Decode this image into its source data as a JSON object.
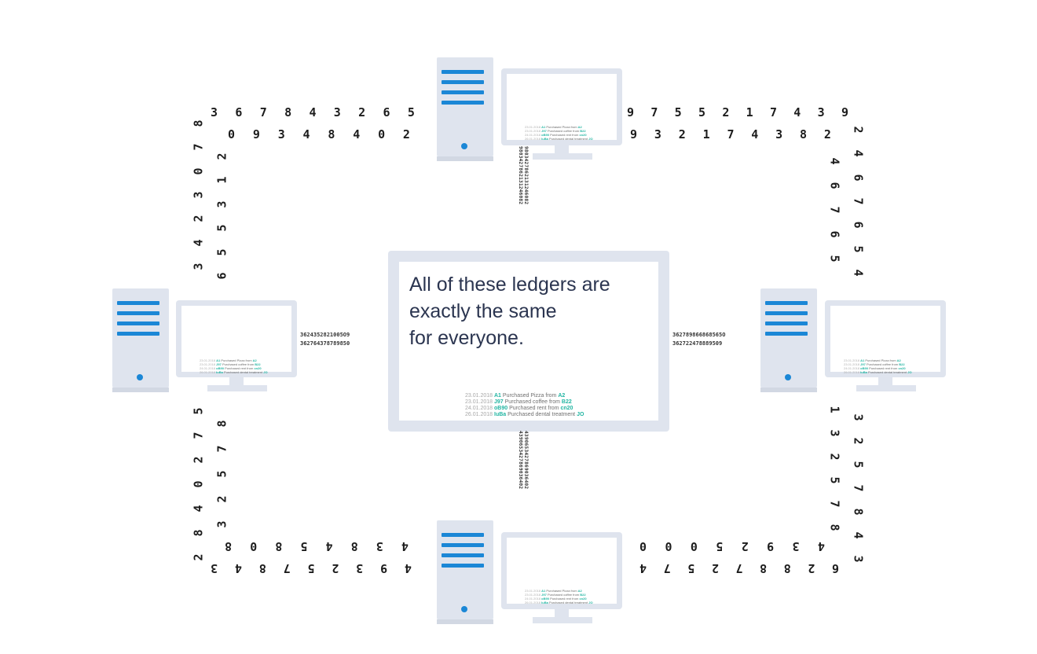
{
  "center": {
    "lines": [
      "All of these ledgers are",
      "exactly the same",
      "for everyone."
    ],
    "ledger": [
      {
        "date": "23.01.2018",
        "id": "A1",
        "desc": "Purchased Pizza from",
        "to": "A2"
      },
      {
        "date": "23.01.2018",
        "id": "J97",
        "desc": "Purchased coffee from",
        "to": "B22"
      },
      {
        "date": "24.01.2018",
        "id": "oB90",
        "desc": "Purchased rent from",
        "to": "cn20"
      },
      {
        "date": "26.01.2018",
        "id": "IuBa",
        "desc": "Purchased dental treatment",
        "to": "JO"
      }
    ]
  },
  "rows": {
    "tl_outer": [
      "3",
      "6",
      "7",
      "8",
      "4",
      "3",
      "2",
      "6",
      "5"
    ],
    "tl_inner": [
      "0",
      "9",
      "3",
      "4",
      "8",
      "4",
      "0",
      "2"
    ],
    "tr_outer": [
      "9",
      "7",
      "5",
      "5",
      "2",
      "1",
      "7",
      "4",
      "3",
      "9"
    ],
    "tr_inner": [
      "9",
      "3",
      "2",
      "1",
      "7",
      "4",
      "3",
      "8",
      "2"
    ],
    "bl_inner": [
      "8",
      "0",
      "8",
      "5",
      "4",
      "8",
      "3",
      "4"
    ],
    "bl_outer": [
      "3",
      "4",
      "8",
      "7",
      "5",
      "2",
      "3",
      "9",
      "4"
    ],
    "br_inner": [
      "0",
      "0",
      "0",
      "5",
      "2",
      "9",
      "3",
      "4"
    ],
    "br_outer": [
      "4",
      "7",
      "5",
      "2",
      "7",
      "8",
      "8",
      "2",
      "6"
    ]
  },
  "cols": {
    "tl_outer": [
      "8",
      "7",
      "0",
      "3",
      "2",
      "4",
      "3"
    ],
    "tl_inner": [
      "2",
      "1",
      "3",
      "5",
      "5",
      "6"
    ],
    "tr_inner": [
      "4",
      "6",
      "7",
      "6",
      "5"
    ],
    "tr_outer": [
      "2",
      "4",
      "6",
      "7",
      "6",
      "5",
      "4"
    ],
    "bl_outer": [
      "5",
      "7",
      "2",
      "0",
      "4",
      "8",
      "2"
    ],
    "bl_inner": [
      "8",
      "7",
      "5",
      "2",
      "3"
    ],
    "br_inner": [
      "1",
      "3",
      "2",
      "5",
      "7",
      "8"
    ],
    "br_outer": [
      "3",
      "2",
      "5",
      "7",
      "8",
      "4",
      "3"
    ]
  },
  "streams": {
    "top": "9803427862131246082",
    "bottom": "4390653427869036402",
    "left_1": "3624352821005O9",
    "left_2": "362764378789850",
    "right_1": "362789866868565O",
    "right_2": "362722478889509"
  }
}
